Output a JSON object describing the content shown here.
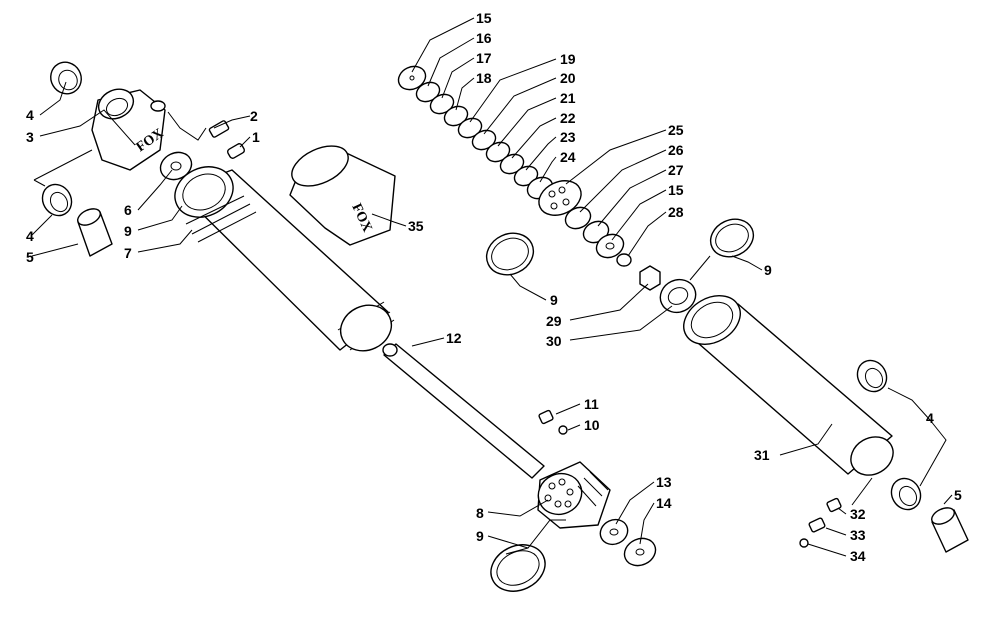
{
  "callouts": {
    "c1": "1",
    "c2": "2",
    "c3": "3",
    "c4a": "4",
    "c4b": "4",
    "c4c": "4",
    "c5a": "5",
    "c5b": "5",
    "c6": "6",
    "c7": "7",
    "c8": "8",
    "c9a": "9",
    "c9b": "9",
    "c9c": "9",
    "c9d": "9",
    "c10": "10",
    "c11": "11",
    "c12": "12",
    "c13": "13",
    "c14": "14",
    "c15a": "15",
    "c15b": "15",
    "c16": "16",
    "c17": "17",
    "c18": "18",
    "c19": "19",
    "c20": "20",
    "c21": "21",
    "c22": "22",
    "c23": "23",
    "c24": "24",
    "c25": "25",
    "c26": "26",
    "c27": "27",
    "c28": "28",
    "c29": "29",
    "c30": "30",
    "c31": "31",
    "c32": "32",
    "c33": "33",
    "c34": "34",
    "c35": "35"
  },
  "logos": {
    "brand": "FOX"
  }
}
